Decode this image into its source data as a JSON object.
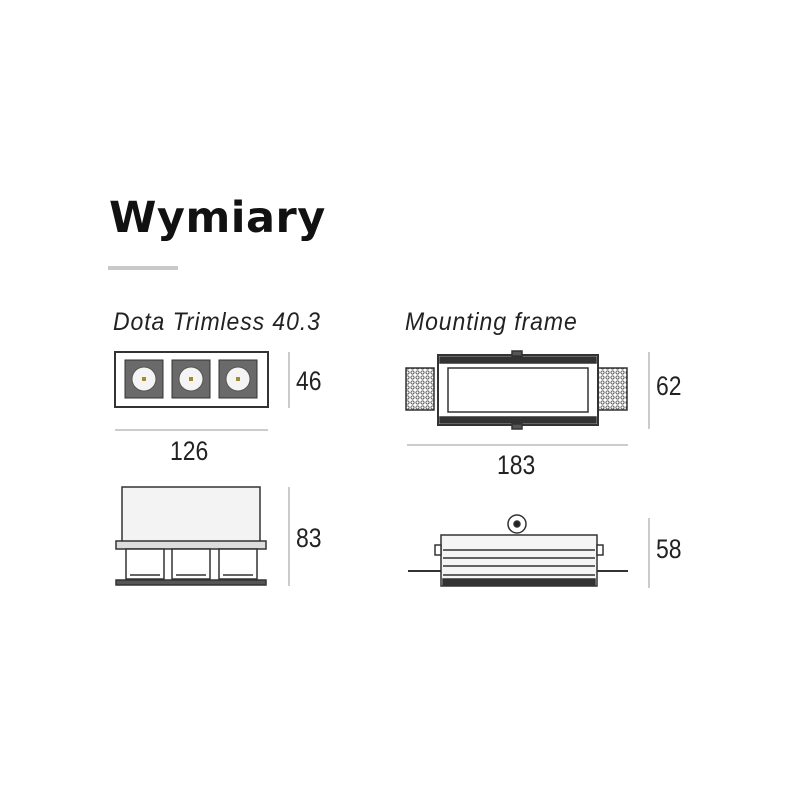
{
  "title": "Wymiary",
  "products": [
    {
      "name": "Dota Trimless 40.3",
      "width": "126",
      "height_top": "46",
      "height_side": "83"
    },
    {
      "name": "Mounting frame",
      "width": "183",
      "height_top": "62",
      "height_side": "58"
    }
  ],
  "colors": {
    "accent_rule": "#c9c9c9",
    "line": "#333333",
    "dim_line": "#999999"
  }
}
